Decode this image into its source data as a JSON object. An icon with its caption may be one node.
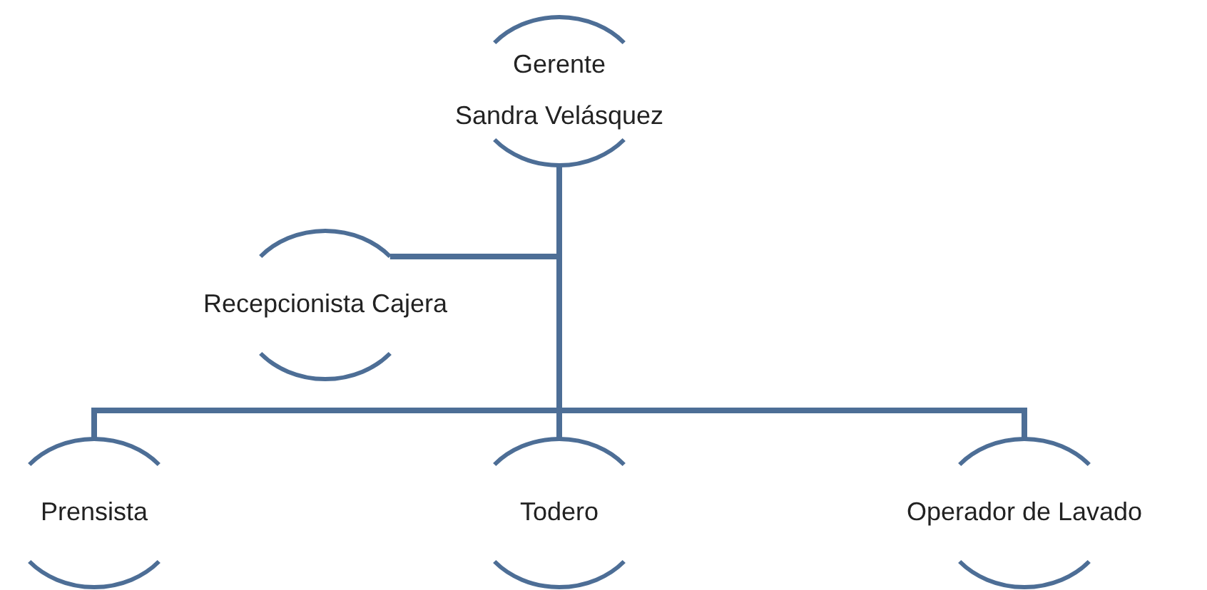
{
  "diagram": {
    "nodes": [
      {
        "text": [
          "Gerente",
          "Sandra Velásquez"
        ]
      },
      {
        "text": [
          "Recepcionista Cajera"
        ]
      },
      {
        "text": [
          "Prensista"
        ]
      },
      {
        "text": [
          "Todero"
        ]
      },
      {
        "text": [
          "Operador de Lavado"
        ]
      }
    ],
    "edges": [
      {
        "from": 0,
        "to": 1,
        "arrow": "none"
      },
      {
        "from": 0,
        "to": 2,
        "arrow": "none"
      },
      {
        "from": 0,
        "to": 3,
        "arrow": "none"
      },
      {
        "from": 0,
        "to": 4,
        "arrow": "none"
      }
    ]
  }
}
